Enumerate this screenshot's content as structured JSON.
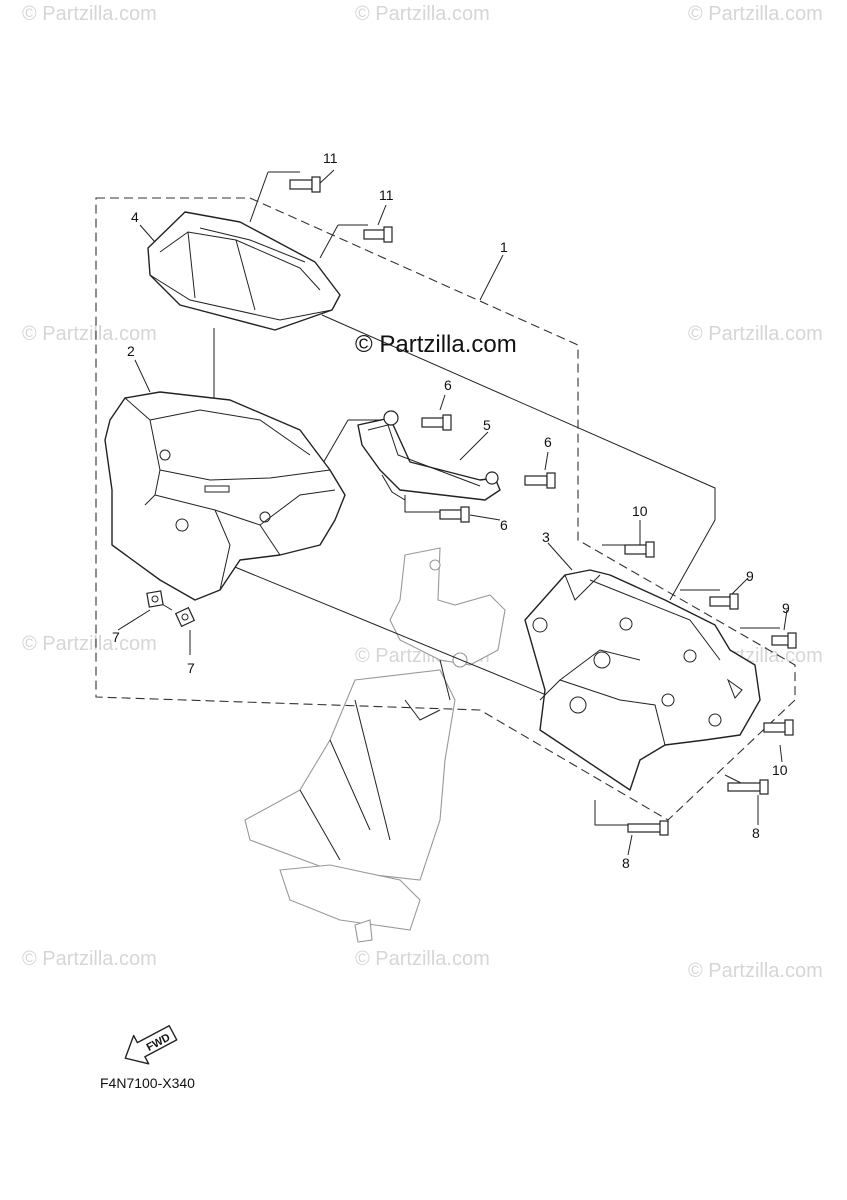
{
  "watermarks": {
    "text": "© Partzilla.com",
    "center_text": "© Partzilla.com"
  },
  "callouts": {
    "c1": "1",
    "c2": "2",
    "c3": "3",
    "c4": "4",
    "c5": "5",
    "c6a": "6",
    "c6b": "6",
    "c6c": "6",
    "c7a": "7",
    "c7b": "7",
    "c8a": "8",
    "c8b": "8",
    "c9a": "9",
    "c9b": "9",
    "c10a": "10",
    "c10b": "10",
    "c11a": "11",
    "c11b": "11"
  },
  "fwd_label": "FWD",
  "diagram_code": "F4N7100-X340",
  "icons": {
    "fwd": "fwd-arrow-icon"
  }
}
